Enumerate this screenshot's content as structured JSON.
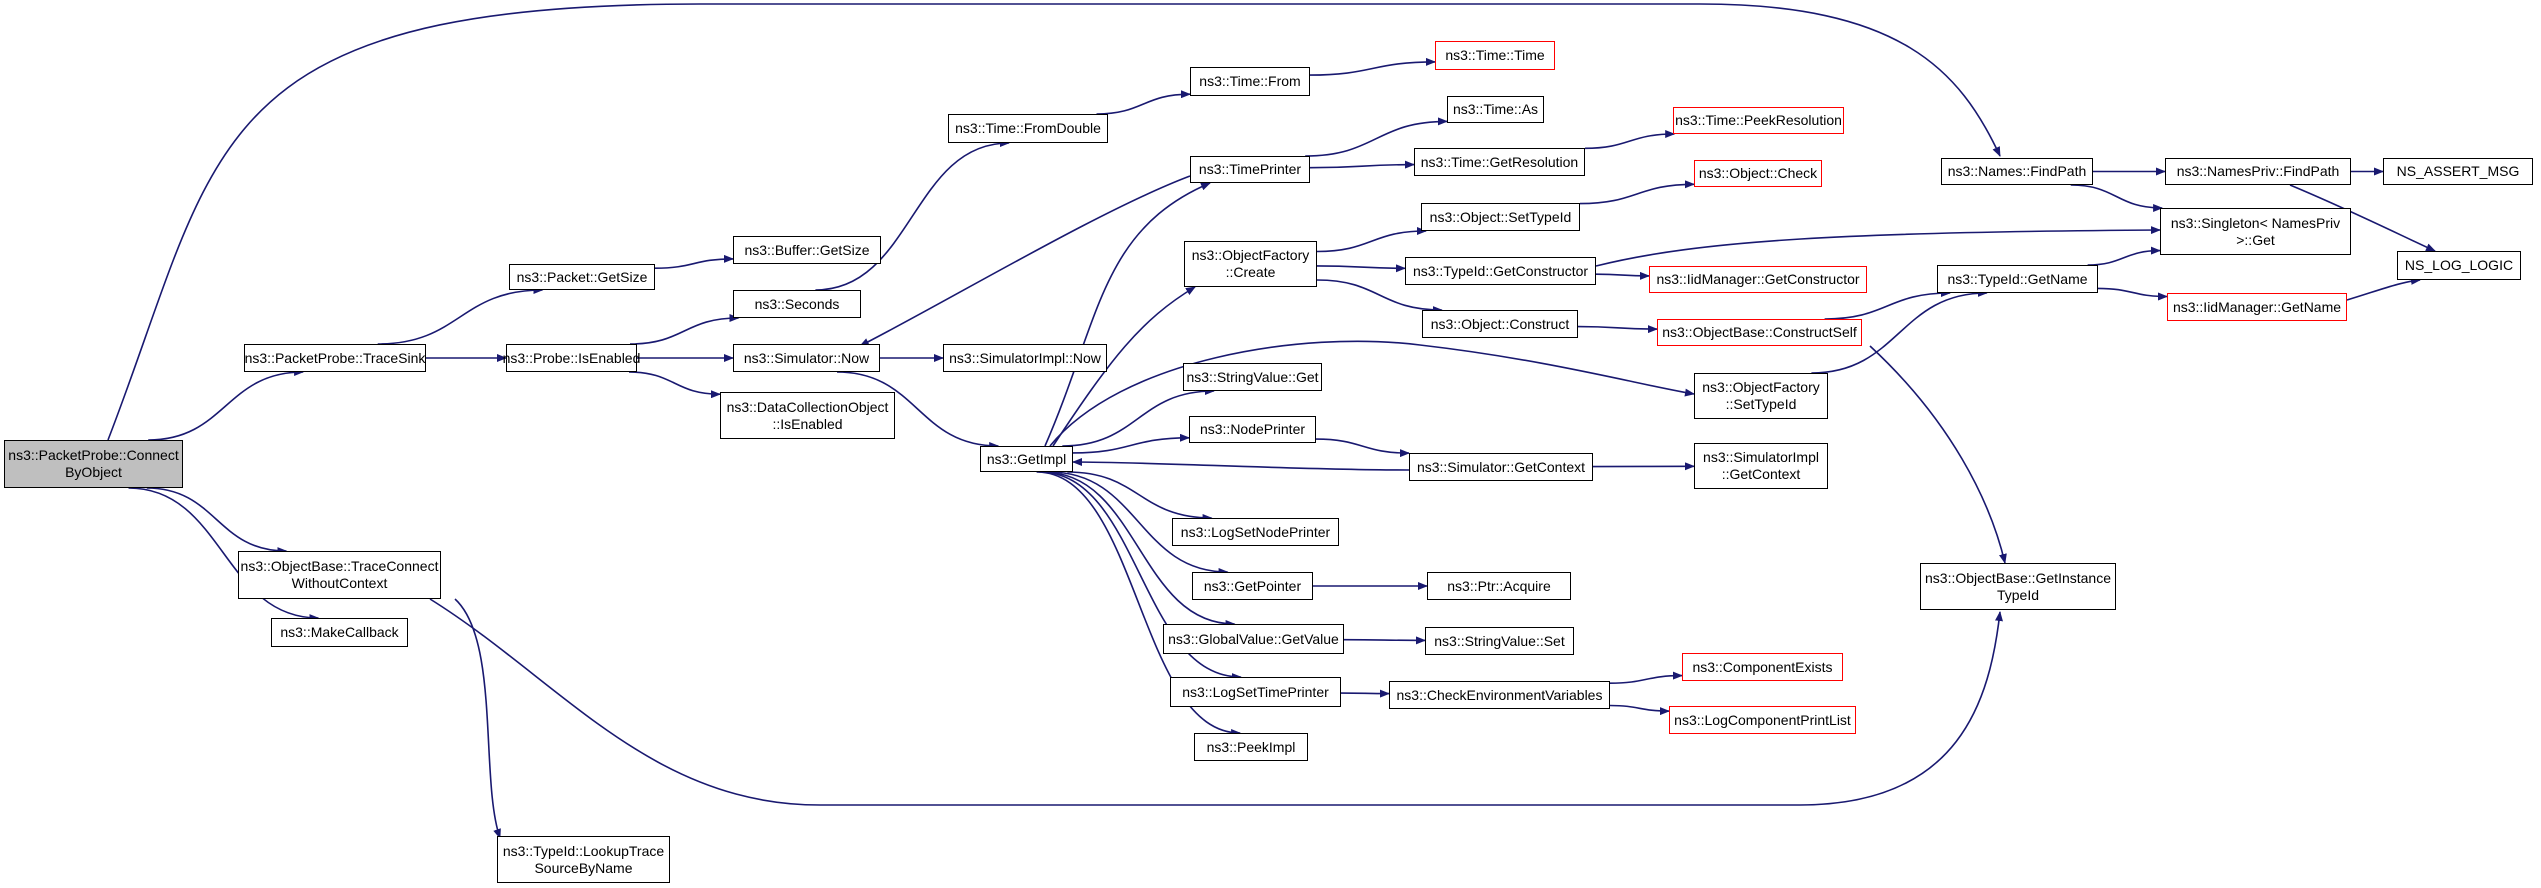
{
  "root": [
    "ns3::PacketProbe::Connect",
    "ByObject"
  ],
  "nodes": {
    "packetprobe_tracesink": [
      "ns3::PacketProbe::TraceSink"
    ],
    "objectbase_traceconnect": [
      "ns3::ObjectBase::TraceConnect",
      "WithoutContext"
    ],
    "makecallback": [
      "ns3::MakeCallback"
    ],
    "packet_getsize": [
      "ns3::Packet::GetSize"
    ],
    "probe_isenabled": [
      "ns3::Probe::IsEnabled"
    ],
    "typeid_lookuptrace": [
      "ns3::TypeId::LookupTrace",
      "SourceByName"
    ],
    "buffer_getsize": [
      "ns3::Buffer::GetSize"
    ],
    "seconds": [
      "ns3::Seconds"
    ],
    "simulator_now": [
      "ns3::Simulator::Now"
    ],
    "datacollectionobject_isenabled": [
      "ns3::DataCollectionObject",
      "::IsEnabled"
    ],
    "time_fromdouble": [
      "ns3::Time::FromDouble"
    ],
    "simulatorimpl_now": [
      "ns3::SimulatorImpl::Now"
    ],
    "getimpl": [
      "ns3::GetImpl"
    ],
    "time_from": [
      "ns3::Time::From"
    ],
    "timeprinter": [
      "ns3::TimePrinter"
    ],
    "objectfactory_create": [
      "ns3::ObjectFactory",
      "::Create"
    ],
    "stringvalue_get": [
      "ns3::StringValue::Get"
    ],
    "nodeprinter": [
      "ns3::NodePrinter"
    ],
    "logsetnodeprinter": [
      "ns3::LogSetNodePrinter"
    ],
    "getpointer": [
      "ns3::GetPointer"
    ],
    "globalvalue_getvalue": [
      "ns3::GlobalValue::GetValue"
    ],
    "logsettimeprinter": [
      "ns3::LogSetTimePrinter"
    ],
    "peekimpl": [
      "ns3::PeekImpl"
    ],
    "time_time": [
      "ns3::Time::Time"
    ],
    "time_as": [
      "ns3::Time::As"
    ],
    "time_getresolution": [
      "ns3::Time::GetResolution"
    ],
    "time_peekresolution": [
      "ns3::Time::PeekResolution"
    ],
    "object_settypeid": [
      "ns3::Object::SetTypeId"
    ],
    "object_check": [
      "ns3::Object::Check"
    ],
    "typeid_getconstructor": [
      "ns3::TypeId::GetConstructor"
    ],
    "iidmanager_getconstructor": [
      "ns3::IidManager::GetConstructor"
    ],
    "object_construct": [
      "ns3::Object::Construct"
    ],
    "objectbase_constructself": [
      "ns3::ObjectBase::ConstructSelf"
    ],
    "simulator_getcontext": [
      "ns3::Simulator::GetContext"
    ],
    "ptr_acquire": [
      "ns3::Ptr::Acquire"
    ],
    "stringvalue_set": [
      "ns3::StringValue::Set"
    ],
    "checkenvironmentvariables": [
      "ns3::CheckEnvironmentVariables"
    ],
    "componentexists": [
      "ns3::ComponentExists"
    ],
    "logcomponentprintlist": [
      "ns3::LogComponentPrintList"
    ],
    "names_findpath": [
      "ns3::Names::FindPath"
    ],
    "objectfactory_settypeid": [
      "ns3::ObjectFactory",
      "::SetTypeId"
    ],
    "simulatorimpl_getcontext": [
      "ns3::SimulatorImpl",
      "::GetContext"
    ],
    "objectbase_getinstancetypeid": [
      "ns3::ObjectBase::GetInstance",
      "TypeId"
    ],
    "typeid_getname": [
      "ns3::TypeId::GetName"
    ],
    "namespriv_findpath": [
      "ns3::NamesPriv::FindPath"
    ],
    "singleton_get": [
      "ns3::Singleton< NamesPriv",
      " >::Get"
    ],
    "iidmanager_getname": [
      "ns3::IidManager::GetName"
    ],
    "ns_assert_msg": [
      "NS_ASSERT_MSG"
    ],
    "ns_log_logic": [
      "NS_LOG_LOGIC"
    ]
  },
  "truncated_nodes": [
    "time_time",
    "time_peekresolution",
    "object_check",
    "iidmanager_getconstructor",
    "objectbase_constructself",
    "componentexists",
    "logcomponentprintlist",
    "iidmanager_getname"
  ],
  "edges": [
    [
      "root",
      "packetprobe_tracesink"
    ],
    [
      "root",
      "objectbase_traceconnect"
    ],
    [
      "root",
      "makecallback"
    ],
    [
      "root",
      "names_findpath"
    ],
    [
      "packetprobe_tracesink",
      "packet_getsize"
    ],
    [
      "packetprobe_tracesink",
      "probe_isenabled"
    ],
    [
      "packet_getsize",
      "buffer_getsize"
    ],
    [
      "probe_isenabled",
      "seconds"
    ],
    [
      "probe_isenabled",
      "simulator_now"
    ],
    [
      "probe_isenabled",
      "datacollectionobject_isenabled"
    ],
    [
      "seconds",
      "time_fromdouble"
    ],
    [
      "time_fromdouble",
      "time_from"
    ],
    [
      "time_from",
      "time_time"
    ],
    [
      "simulator_now",
      "simulatorimpl_now"
    ],
    [
      "simulator_now",
      "getimpl"
    ],
    [
      "getimpl",
      "timeprinter"
    ],
    [
      "getimpl",
      "objectfactory_create"
    ],
    [
      "getimpl",
      "objectfactory_settypeid"
    ],
    [
      "getimpl",
      "stringvalue_get"
    ],
    [
      "getimpl",
      "nodeprinter"
    ],
    [
      "getimpl",
      "logsetnodeprinter"
    ],
    [
      "getimpl",
      "getpointer"
    ],
    [
      "getimpl",
      "globalvalue_getvalue"
    ],
    [
      "getimpl",
      "logsettimeprinter"
    ],
    [
      "getimpl",
      "peekimpl"
    ],
    [
      "timeprinter",
      "simulator_now"
    ],
    [
      "timeprinter",
      "time_as"
    ],
    [
      "timeprinter",
      "time_getresolution"
    ],
    [
      "time_getresolution",
      "time_peekresolution"
    ],
    [
      "objectfactory_create",
      "object_settypeid"
    ],
    [
      "objectfactory_create",
      "typeid_getconstructor"
    ],
    [
      "objectfactory_create",
      "object_construct"
    ],
    [
      "object_settypeid",
      "object_check"
    ],
    [
      "typeid_getconstructor",
      "iidmanager_getconstructor"
    ],
    [
      "typeid_getconstructor",
      "singleton_get"
    ],
    [
      "object_construct",
      "objectbase_constructself"
    ],
    [
      "objectbase_constructself",
      "typeid_getname"
    ],
    [
      "objectbase_constructself",
      "objectbase_getinstancetypeid"
    ],
    [
      "objectfactory_settypeid",
      "typeid_getname"
    ],
    [
      "nodeprinter",
      "simulator_getcontext"
    ],
    [
      "simulator_getcontext",
      "getimpl"
    ],
    [
      "simulator_getcontext",
      "simulatorimpl_getcontext"
    ],
    [
      "getpointer",
      "ptr_acquire"
    ],
    [
      "globalvalue_getvalue",
      "stringvalue_set"
    ],
    [
      "logsettimeprinter",
      "checkenvironmentvariables"
    ],
    [
      "checkenvironmentvariables",
      "componentexists"
    ],
    [
      "checkenvironmentvariables",
      "logcomponentprintlist"
    ],
    [
      "objectbase_traceconnect",
      "typeid_lookuptrace"
    ],
    [
      "objectbase_traceconnect",
      "objectbase_getinstancetypeid"
    ],
    [
      "names_findpath",
      "namespriv_findpath"
    ],
    [
      "names_findpath",
      "singleton_get"
    ],
    [
      "namespriv_findpath",
      "ns_assert_msg"
    ],
    [
      "namespriv_findpath",
      "ns_log_logic"
    ],
    [
      "typeid_getname",
      "singleton_get"
    ],
    [
      "typeid_getname",
      "iidmanager_getname"
    ],
    [
      "iidmanager_getname",
      "ns_log_logic"
    ]
  ],
  "colors": {
    "edge": "#191970",
    "node_border": "#000000",
    "truncated_border": "#ff0000",
    "root_fill": "#bfbfbf",
    "node_fill": "#ffffff"
  }
}
